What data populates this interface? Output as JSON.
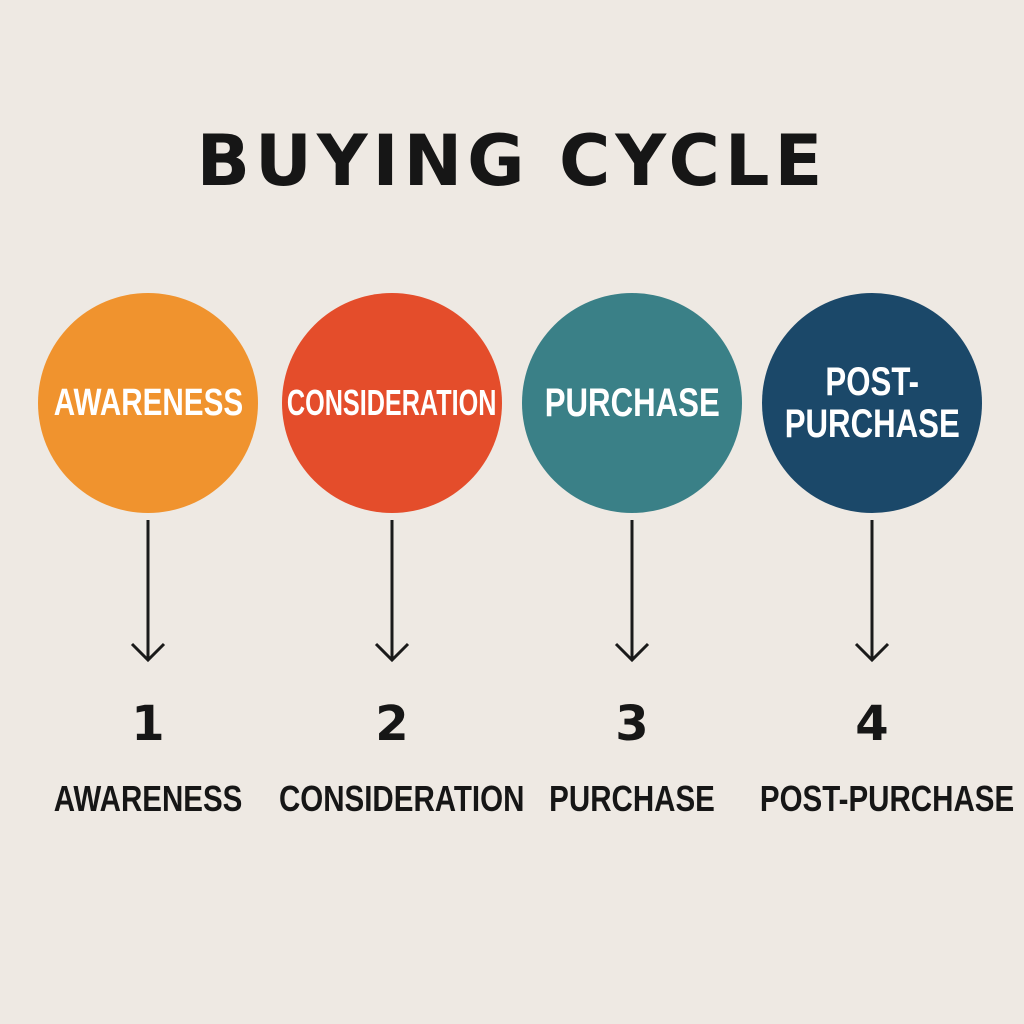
{
  "title": "BUYING CYCLE",
  "stages": [
    {
      "circle_label": "AWARENESS",
      "number": "1",
      "label": "AWARENESS",
      "color": "#f0932e"
    },
    {
      "circle_label": "CONSIDERATION",
      "number": "2",
      "label": "CONSIDERATION",
      "color": "#e44d2b"
    },
    {
      "circle_label": "PURCHASE",
      "number": "3",
      "label": "PURCHASE",
      "color": "#3a8087"
    },
    {
      "circle_label": "POST-\nPURCHASE",
      "number": "4",
      "label": "POST-PURCHASE",
      "color": "#1b4869"
    }
  ]
}
